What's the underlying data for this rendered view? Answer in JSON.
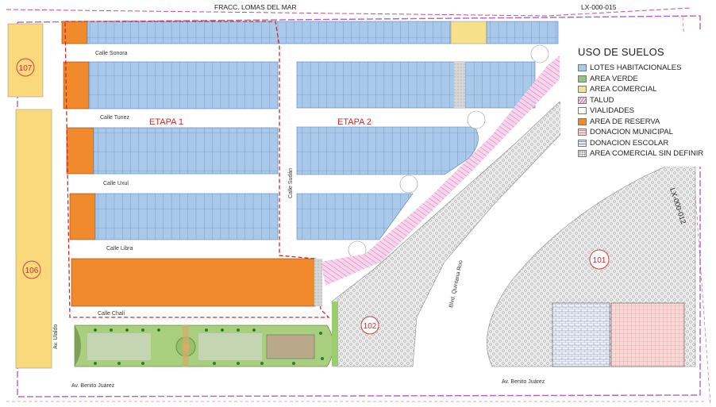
{
  "map": {
    "top_label": "FRACC. LOMAS DEL MAR",
    "lot_top_right": "LX-000-015",
    "lot_right": "LX-000-012",
    "stage_1": "ETAPA 1",
    "stage_2": "ETAPA 2",
    "parcels": [
      "107",
      "106",
      "102",
      "101"
    ],
    "streets": [
      "Calle Sonora",
      "Calle Tunez",
      "Calle Uxul",
      "Calle Libra",
      "Calle Chalí",
      "Calle Sudán",
      "Av. Benito Juárez",
      "Av. Benito Juárez",
      "Blvd. Quintana Roo",
      "Av. Ulaldo"
    ]
  },
  "legend": {
    "title": "USO DE SUELOS",
    "items": [
      {
        "label": "LOTES HABITACIONALES",
        "color": "#a9c9ea"
      },
      {
        "label": "AREA VERDE",
        "color": "#93c47d"
      },
      {
        "label": "AREA COMERCIAL",
        "color": "#f7e08a"
      },
      {
        "label": "TALUD",
        "color": "#f4bfe3"
      },
      {
        "label": "VIALIDADES",
        "color": "#ffffff"
      },
      {
        "label": "AREA DE RESERVA",
        "color": "#f08a2c"
      },
      {
        "label": "DONACION MUNICIPAL",
        "color": "#f6d3d0"
      },
      {
        "label": "DONACION ESCOLAR",
        "color": "#e8e8f4"
      },
      {
        "label": "AREA COMERCIAL SIN DEFINIR",
        "color": "#e4e4e4"
      }
    ]
  }
}
